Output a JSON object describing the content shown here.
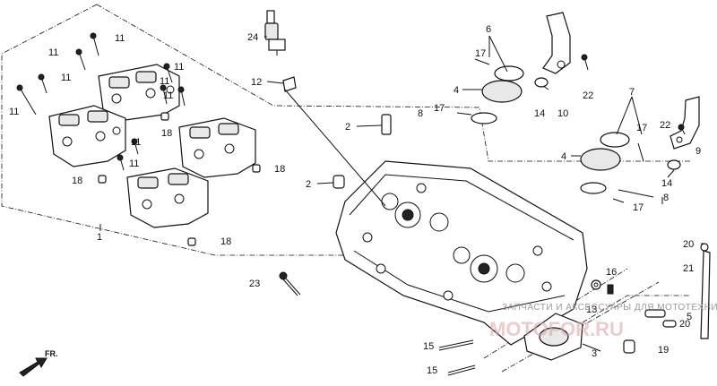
{
  "labels": {
    "p1": "1",
    "p2a": "2",
    "p2b": "2",
    "p3": "3",
    "p4a": "4",
    "p4b": "4",
    "p5": "5",
    "p6": "6",
    "p7": "7",
    "p8a": "8",
    "p8b": "8",
    "p9": "9",
    "p10": "10",
    "p11a": "11",
    "p11b": "11",
    "p11c": "11",
    "p11d": "11",
    "p11e": "11",
    "p11f": "11",
    "p11g": "11",
    "p11h": "11",
    "p11i": "11",
    "p12": "12",
    "p13": "13",
    "p14a": "14",
    "p14b": "14",
    "p15a": "15",
    "p15b": "15",
    "p16": "16",
    "p17a": "17",
    "p17b": "17",
    "p17c": "17",
    "p17d": "17",
    "p18a": "18",
    "p18b": "18",
    "p18c": "18",
    "p18d": "18",
    "p19": "19",
    "p20a": "20",
    "p20b": "20",
    "p21": "21",
    "p22a": "22",
    "p22b": "22",
    "p23": "23",
    "p24": "24"
  },
  "direction_label": "FR.",
  "watermark": {
    "line": "ЗАПЧАСТИ И АКСЕССУАРЫ ДЛЯ МОТОТЕХНИКИ",
    "brand": "MOTOFOR.RU"
  }
}
